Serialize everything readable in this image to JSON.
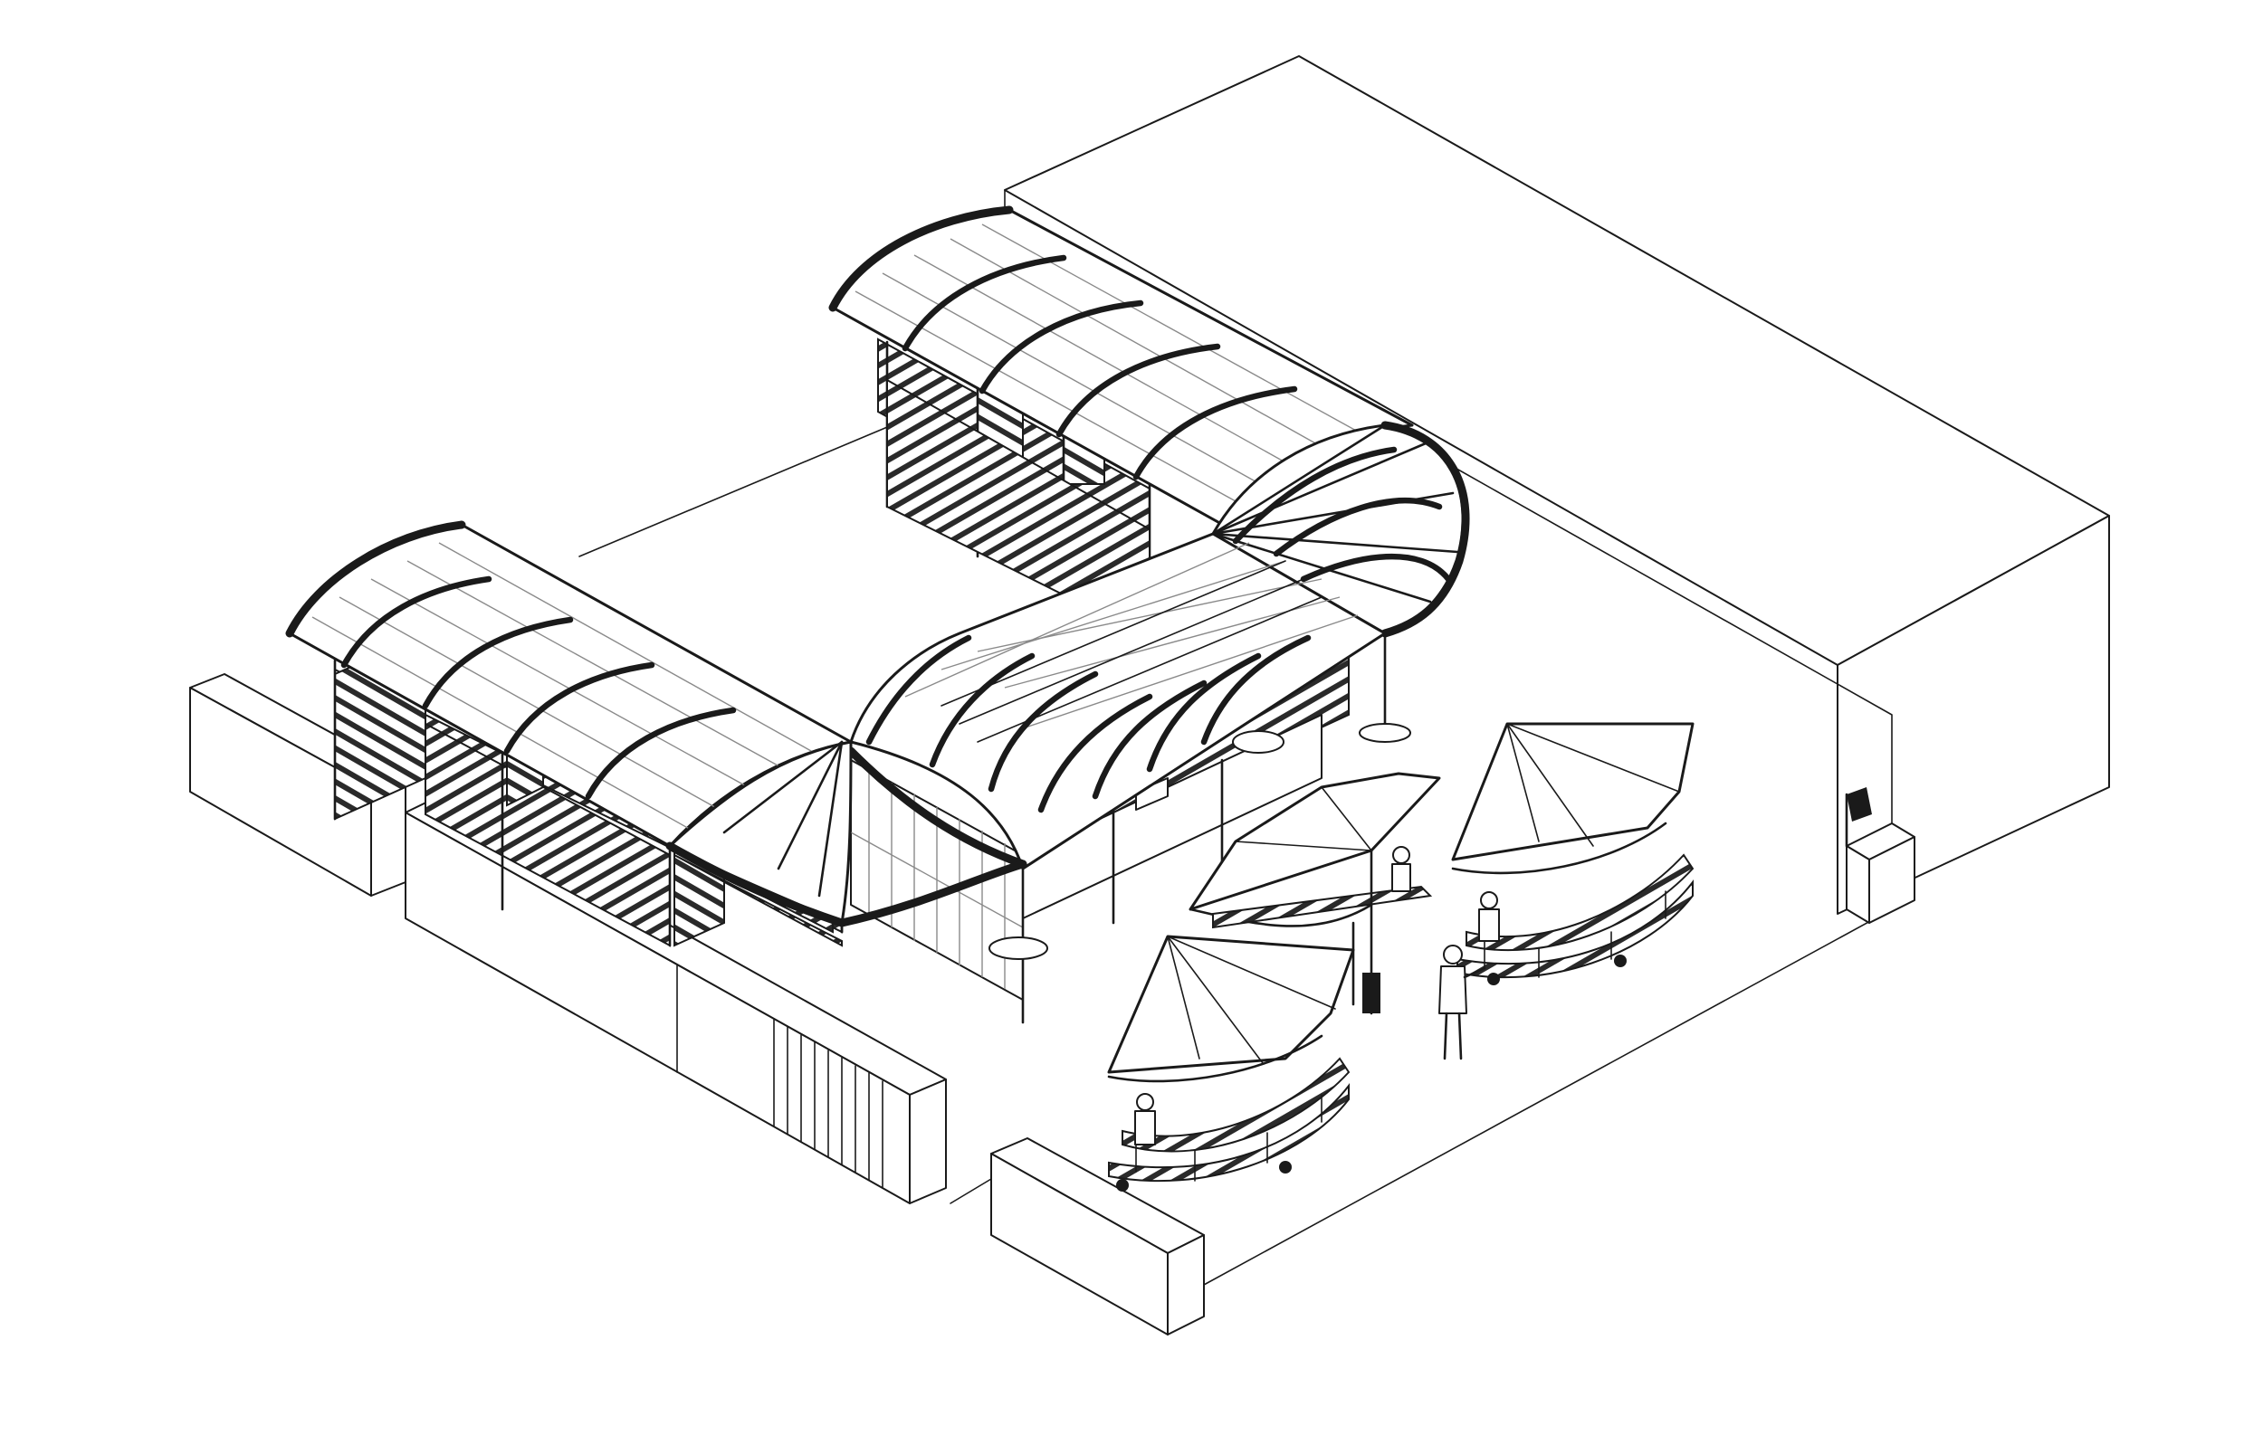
{
  "diagram": {
    "kind": "axonometric-drawing",
    "subject": "u-shaped-market-pavilion-with-vaulted-roof",
    "colors": {
      "line": "#1a1a1a",
      "fill": "#ffffff",
      "secondary": "#8a8a8a"
    },
    "components": {
      "roof_wings": 3,
      "mobile_fan_stalls": 3,
      "boundary_walls": 3,
      "human_figures": 4
    }
  }
}
